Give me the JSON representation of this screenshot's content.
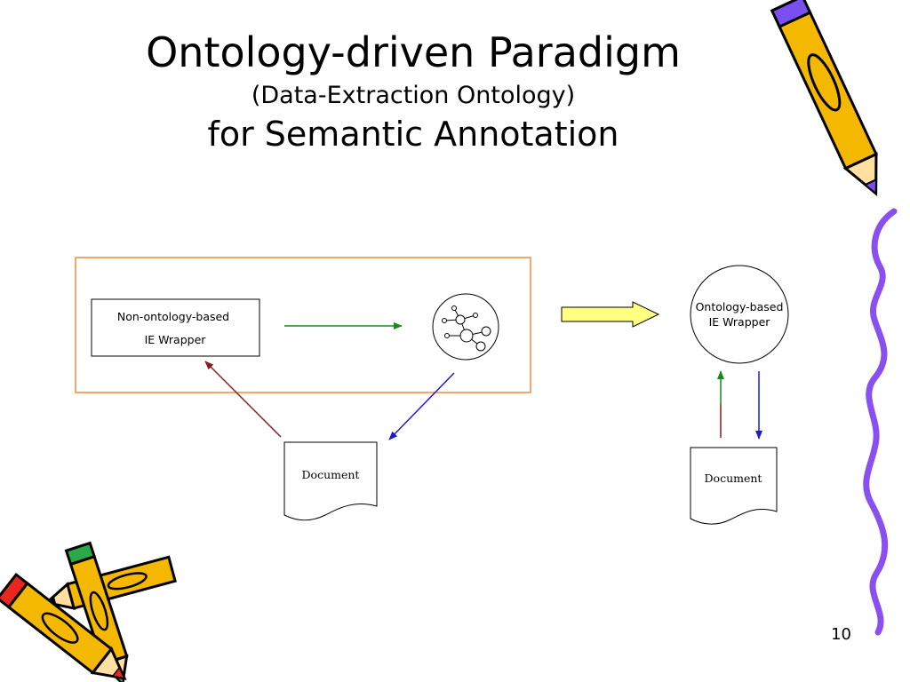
{
  "slide": {
    "title_line1": "Ontology-driven Paradigm",
    "title_line2": "(Data-Extraction Ontology)",
    "title_line3": "for Semantic Annotation",
    "page_number": "10"
  },
  "left_diagram": {
    "wrapper_label_line1": "Non-ontology-based",
    "wrapper_label_line2": "IE Wrapper",
    "document_label": "Document"
  },
  "right_diagram": {
    "wrapper_label_line1": "Ontology-based",
    "wrapper_label_line2": "IE Wrapper",
    "document_label": "Document"
  },
  "icons": [
    "ontology-graph-icon",
    "pencil-icon",
    "squiggle-line"
  ],
  "colors": {
    "frame_border": "#f08a3c",
    "green_arrow": "#1a8a1a",
    "blue_arrow": "#1a1ad0",
    "maroon_arrow": "#8b1a1a",
    "block_arrow_fill": "#ffff80",
    "pencil_body": "#f5b800",
    "squiggle": "#8a4ff0"
  }
}
